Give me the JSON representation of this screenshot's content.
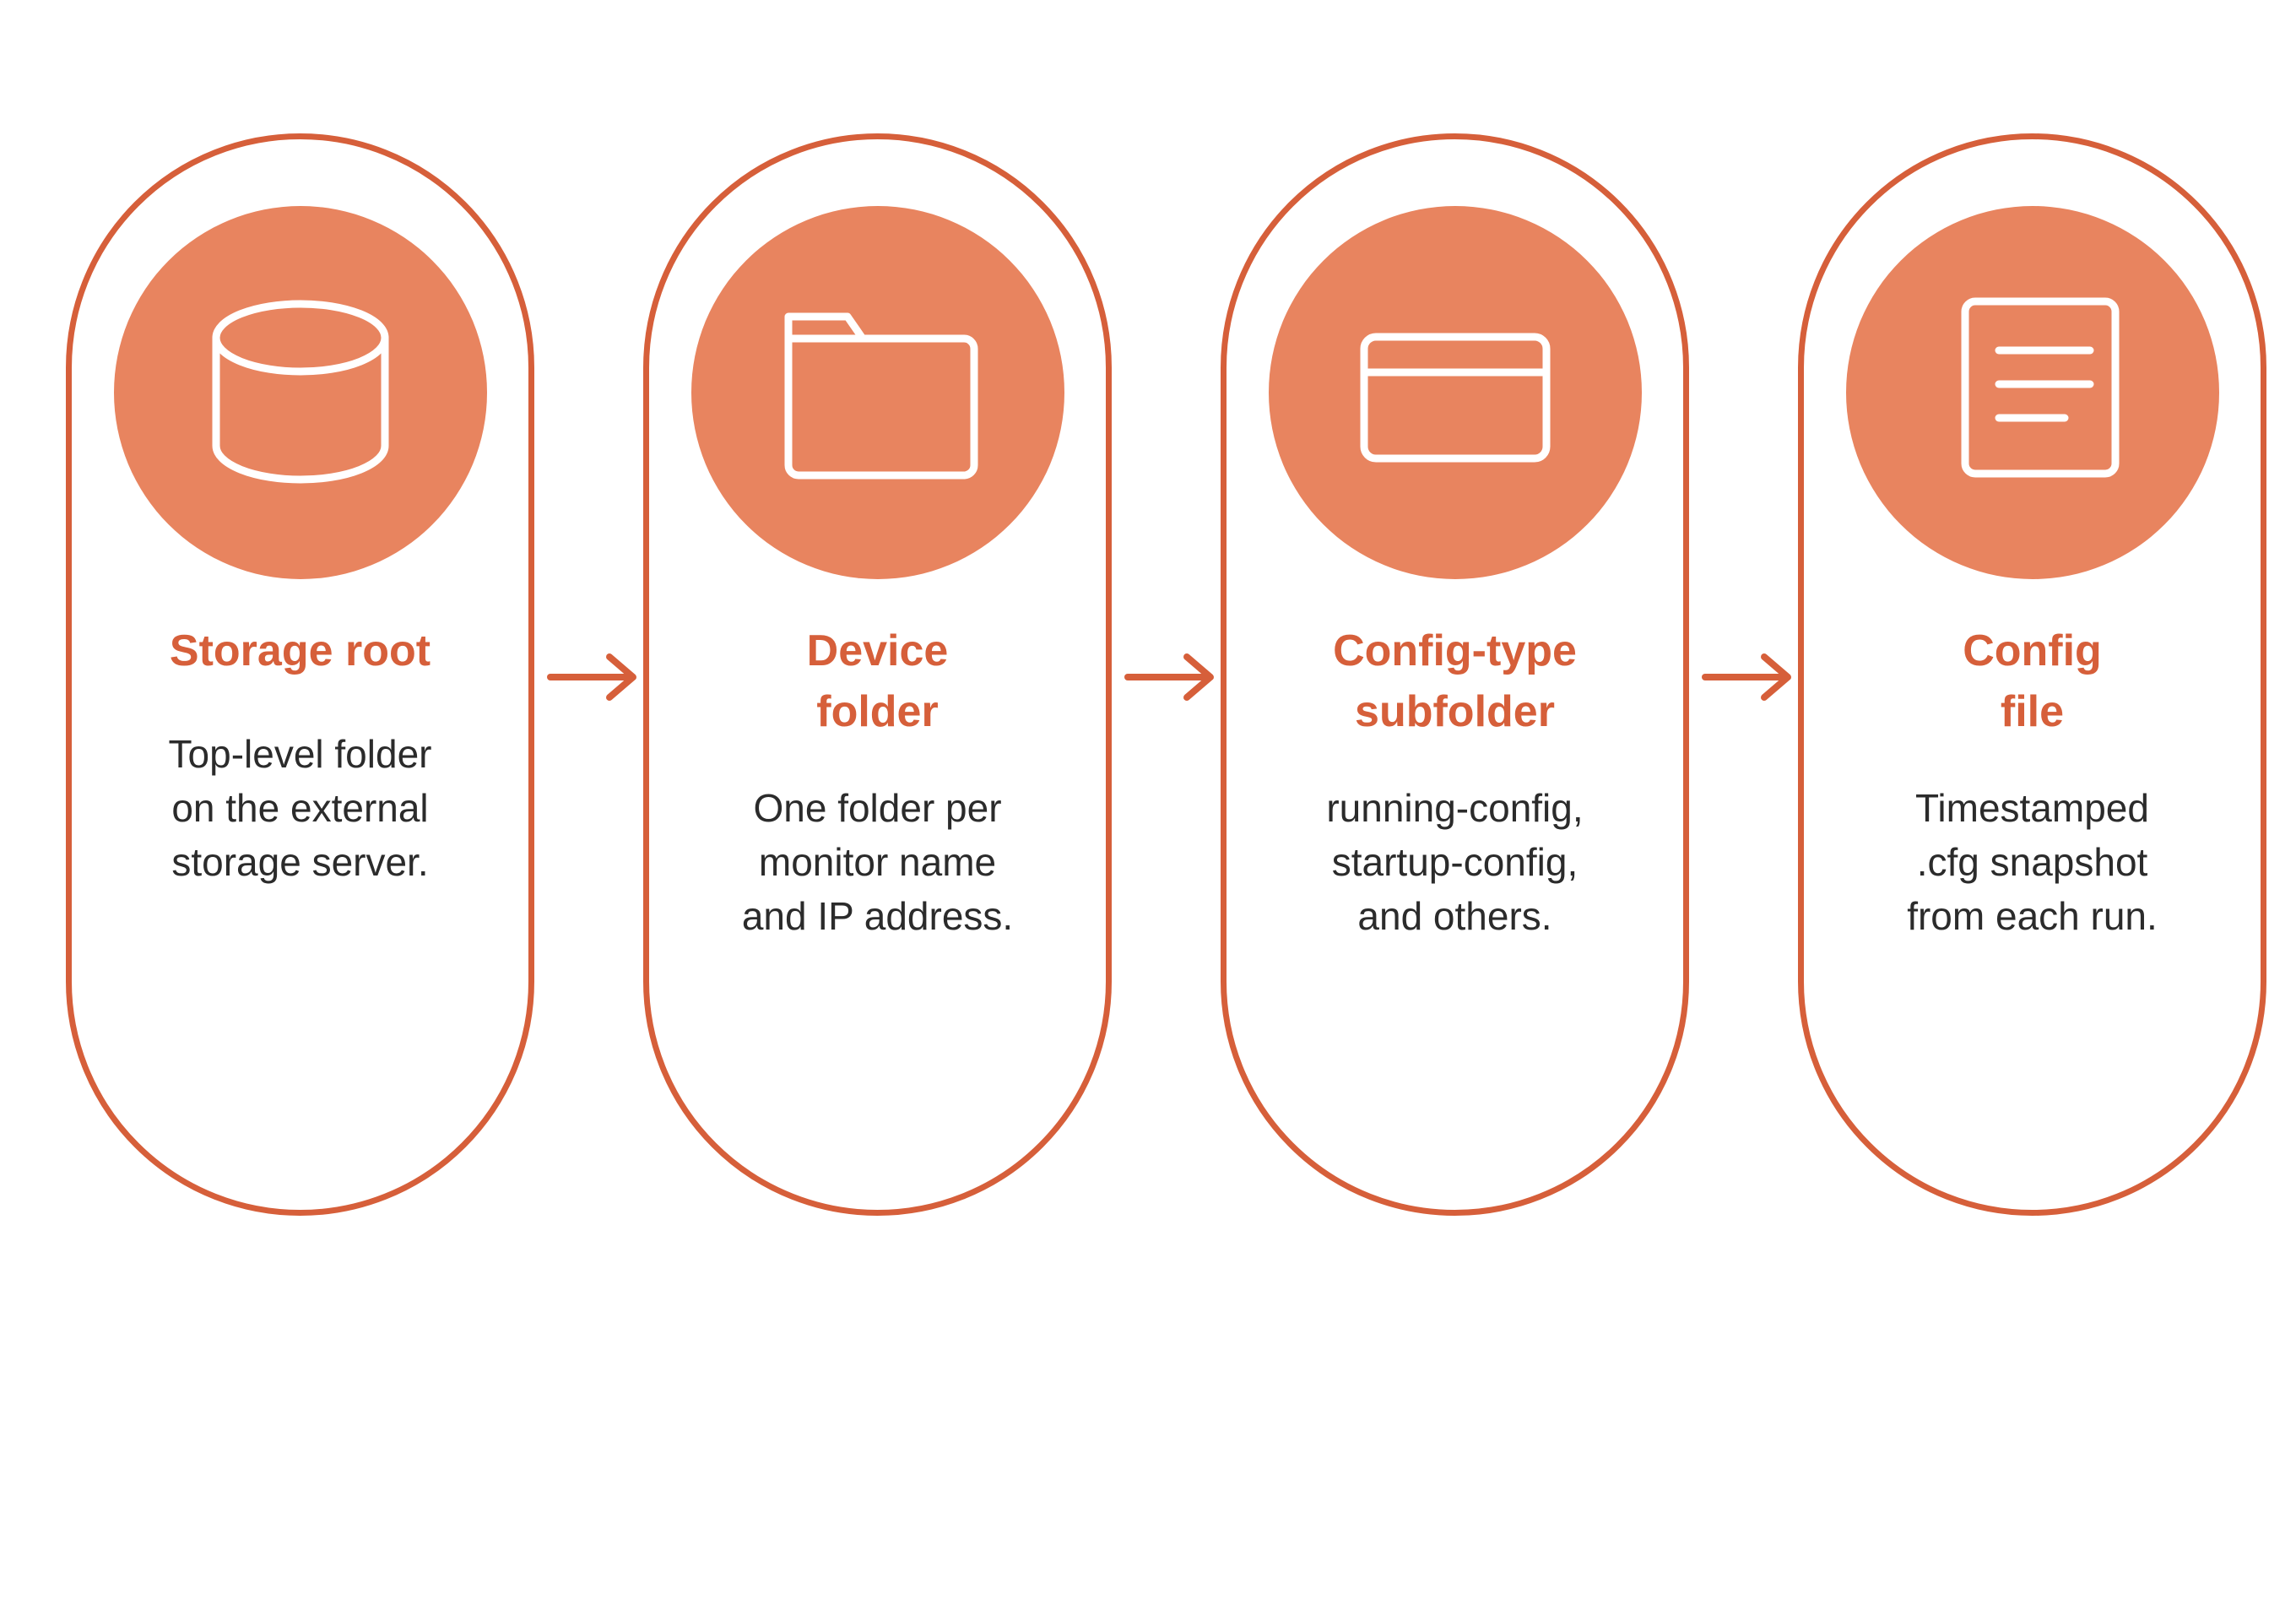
{
  "colors": {
    "accent": "#d65f3a",
    "circle_fill": "#e8845f",
    "text": "#2b2b2b",
    "background": "#ffffff"
  },
  "steps": [
    {
      "icon": "database-icon",
      "title": "Storage root",
      "description": "Top-level folder\non the external\nstorage server."
    },
    {
      "icon": "folder-icon",
      "title": "Device\nfolder",
      "description": "One folder per\nmonitor name\nand IP address."
    },
    {
      "icon": "window-icon",
      "title": "Config-type\nsubfolder",
      "description": "running-config,\nstartup-config,\nand others."
    },
    {
      "icon": "document-icon",
      "title": "Config\nfile",
      "description": "Timestamped\n.cfg snapshot\nfrom each run."
    }
  ]
}
